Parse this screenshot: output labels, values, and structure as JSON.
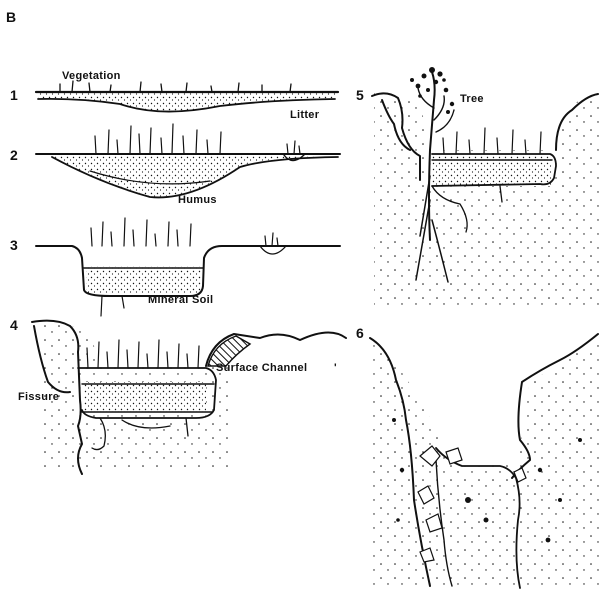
{
  "panel_letter": "B",
  "stages": [
    {
      "number": "1",
      "labels": [
        "Vegetation",
        "Litter"
      ]
    },
    {
      "number": "2",
      "labels": [
        "Humus"
      ]
    },
    {
      "number": "3",
      "labels": [
        "Mineral Soil"
      ]
    },
    {
      "number": "4",
      "labels": [
        "Surface Channel",
        "Fissure"
      ]
    },
    {
      "number": "5",
      "labels": [
        "Tree"
      ]
    },
    {
      "number": "6",
      "labels": []
    }
  ],
  "colors": {
    "ink": "#111111",
    "background": "#ffffff"
  }
}
